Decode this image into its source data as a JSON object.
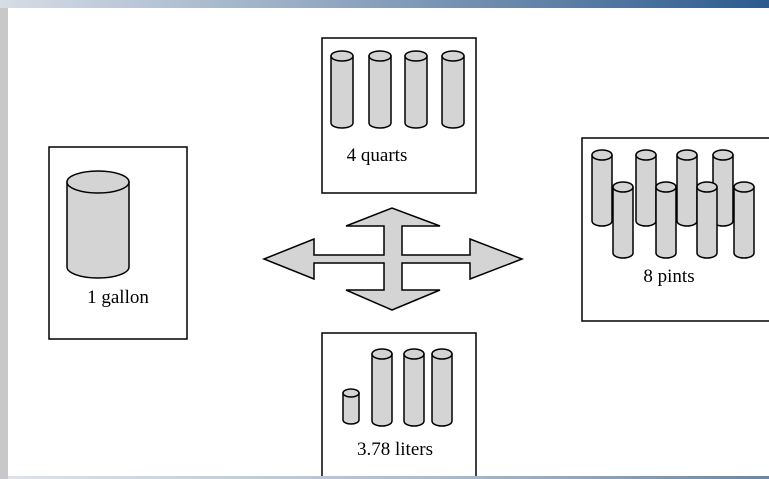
{
  "diagram": {
    "labels": {
      "gallon": "1 gallon",
      "quarts": "4 quarts",
      "pints": "8 pints",
      "liters": "3.78 liters"
    },
    "colors": {
      "cylinder_fill": "#d4d4d4",
      "arrow_fill": "#d4d4d4",
      "stroke": "#000000",
      "header_accent": "#2c5b8e"
    }
  }
}
